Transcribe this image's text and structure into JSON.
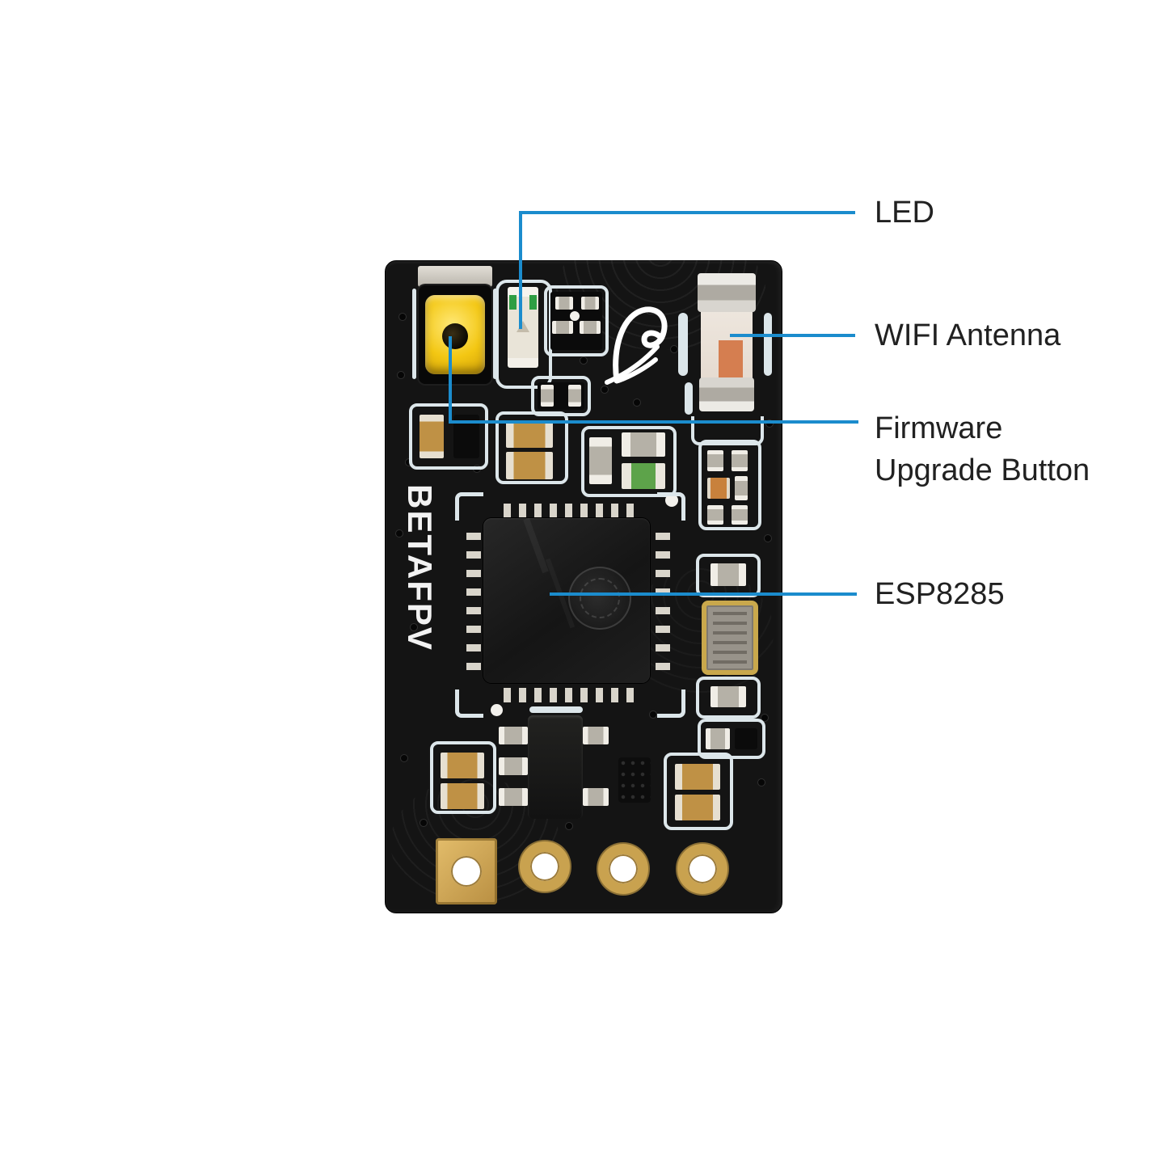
{
  "diagram": {
    "subject": "annotated PCB module top view",
    "board_logo_text": "BETAFPV",
    "components": [
      "led",
      "wifi-antenna",
      "firmware-upgrade-button",
      "esp8285-chip",
      "crystal-oscillator",
      "mounting-holes",
      "bird-logo"
    ]
  },
  "callouts": {
    "led": {
      "label": "LED"
    },
    "wifi_antenna": {
      "label": "WIFI Antenna"
    },
    "firmware_button": {
      "label_line1": "Firmware",
      "label_line2": "Upgrade Button"
    },
    "esp8285": {
      "label": "ESP8285"
    }
  },
  "colors": {
    "background": "#ffffff",
    "callout_line": "#1b8ccd",
    "label_text": "#212121",
    "board_black": "#141414",
    "silkscreen_white": "#dce6ea",
    "button_yellow": "#f3c713",
    "antenna_orange": "#d57e50",
    "pad_gold": "#c9a24f"
  }
}
